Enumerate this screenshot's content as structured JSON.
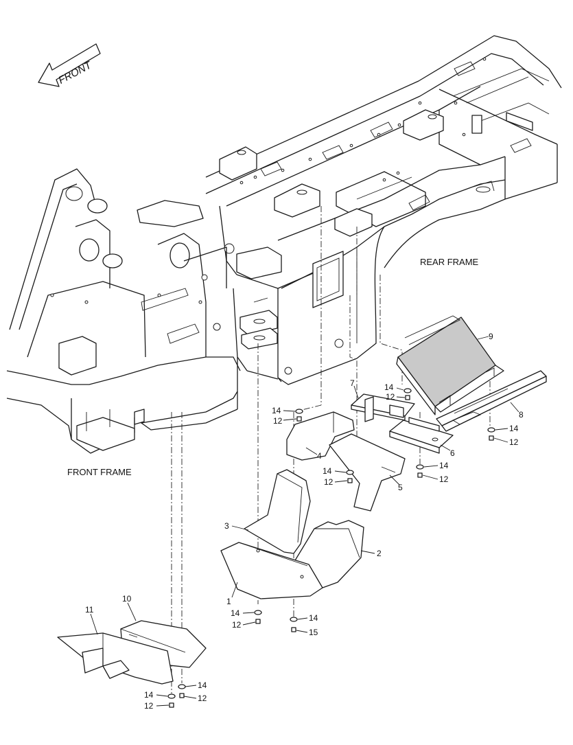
{
  "front_arrow": {
    "label": "FRONT"
  },
  "frames": {
    "rear_label": "REAR FRAME",
    "front_label": "FRONT FRAME"
  },
  "callouts": [
    {
      "id": "c1",
      "text": "1"
    },
    {
      "id": "c2",
      "text": "2"
    },
    {
      "id": "c3",
      "text": "3"
    },
    {
      "id": "c4",
      "text": "4"
    },
    {
      "id": "c5",
      "text": "5"
    },
    {
      "id": "c6",
      "text": "6"
    },
    {
      "id": "c7",
      "text": "7"
    },
    {
      "id": "c8",
      "text": "8"
    },
    {
      "id": "c9",
      "text": "9"
    },
    {
      "id": "c10",
      "text": "10"
    },
    {
      "id": "c11",
      "text": "11"
    },
    {
      "id": "c14a",
      "text": "14"
    },
    {
      "id": "c12a",
      "text": "12"
    },
    {
      "id": "c14b",
      "text": "14"
    },
    {
      "id": "c12b",
      "text": "12"
    },
    {
      "id": "c14c",
      "text": "14"
    },
    {
      "id": "c12c",
      "text": "12"
    },
    {
      "id": "c14d",
      "text": "14"
    },
    {
      "id": "c12d",
      "text": "12"
    },
    {
      "id": "c14e",
      "text": "14"
    },
    {
      "id": "c12e",
      "text": "12"
    },
    {
      "id": "c14f",
      "text": "14"
    },
    {
      "id": "c12f",
      "text": "12"
    },
    {
      "id": "c14g",
      "text": "14"
    },
    {
      "id": "c15",
      "text": "15"
    },
    {
      "id": "c14h",
      "text": "14"
    },
    {
      "id": "c12h",
      "text": "12"
    },
    {
      "id": "c14i",
      "text": "14"
    },
    {
      "id": "c12i",
      "text": "12"
    }
  ]
}
